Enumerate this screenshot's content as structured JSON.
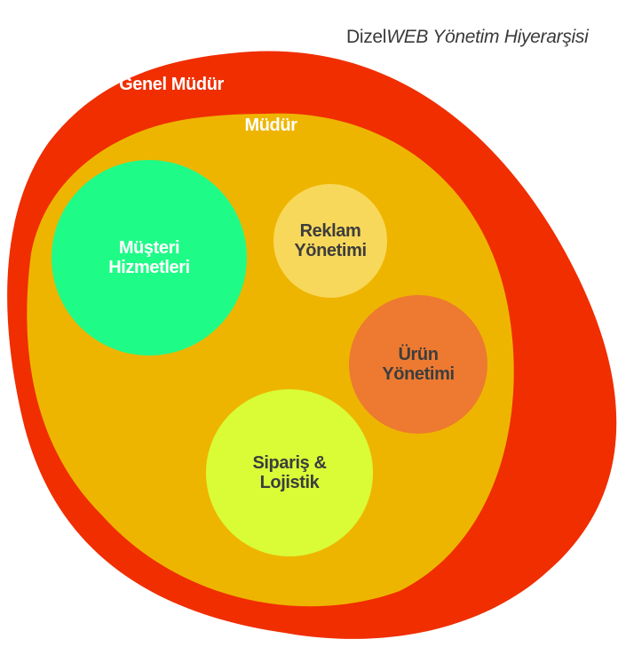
{
  "title": {
    "prefix": "Dizel",
    "italic": "WEB Yönetim Hiyerarşisi"
  },
  "nodes": {
    "genel_mudur": {
      "label": "Genel Müdür",
      "color": "#f02e00"
    },
    "mudur": {
      "label": "Müdür",
      "color": "#eeb500"
    },
    "musteri": {
      "line1": "Müşteri",
      "line2": "Hizmetleri",
      "color": "#1ffb87"
    },
    "reklam": {
      "line1": "Reklam",
      "line2": "Yönetimi",
      "color": "#f8d85a"
    },
    "urun": {
      "line1": "Ürün",
      "line2": "Yönetimi",
      "color": "#ed7a30"
    },
    "siparis": {
      "line1": "Sipariş &",
      "line2": "Lojistik",
      "color": "#d9fc37"
    }
  }
}
